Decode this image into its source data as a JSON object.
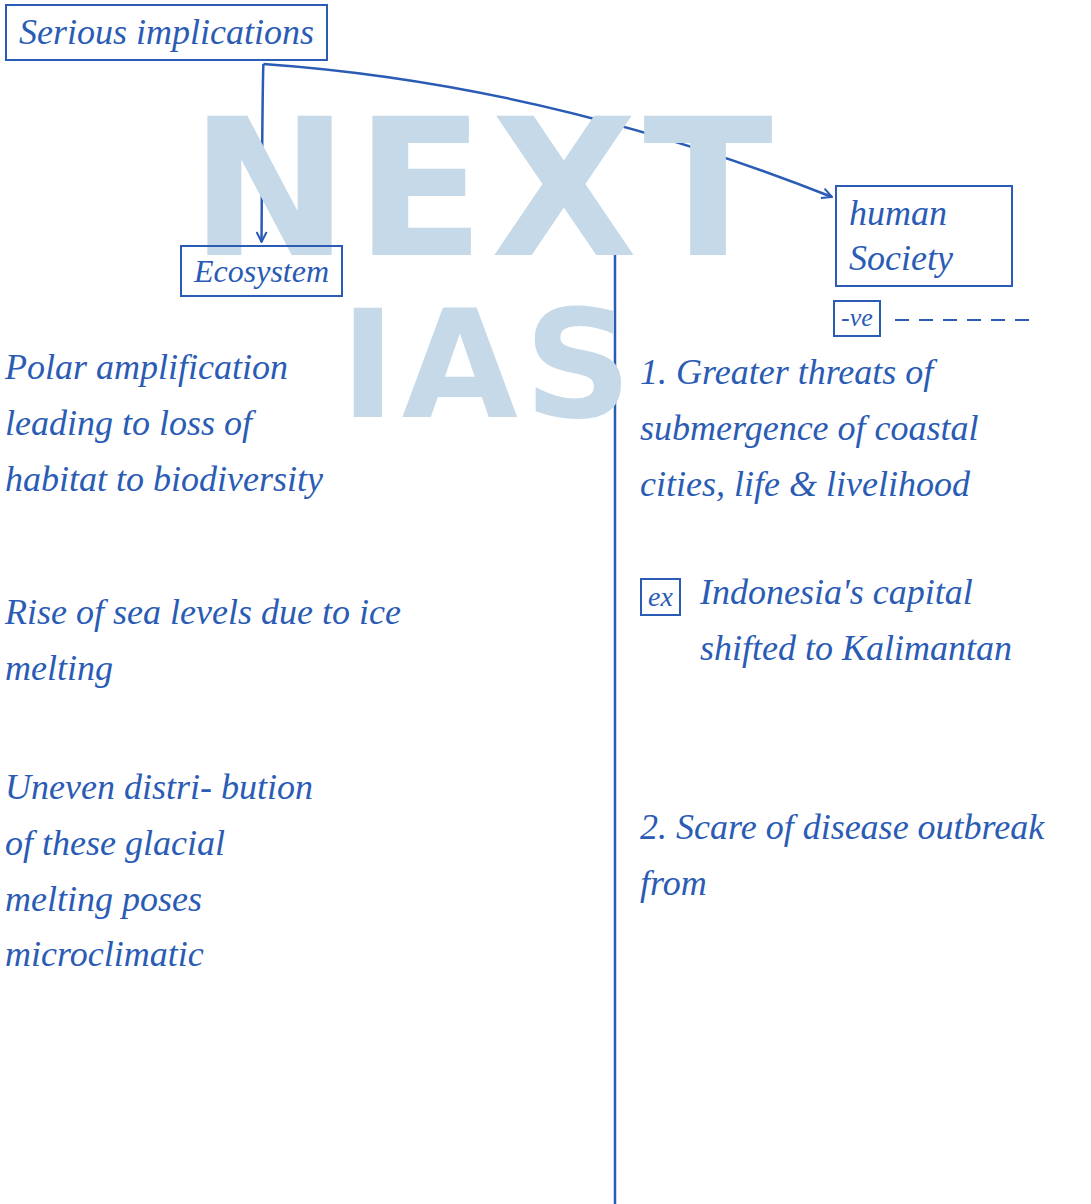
{
  "diagram": {
    "nodes": [
      {
        "text": [
          "Serious implications"
        ]
      },
      {
        "text": [
          "Ecosystem"
        ]
      },
      {
        "text": [
          "human Society"
        ]
      },
      {
        "text": [
          "-ve"
        ]
      }
    ],
    "edges": [
      {
        "from": 0,
        "to": 1,
        "arrow": "to"
      },
      {
        "from": 0,
        "to": 2,
        "arrow": "to"
      }
    ],
    "labels": [
      "NEXT",
      "IAS",
      "Polar amplification leading to loss of habitat to biodiversity",
      "Rise of sea levels due to ice melting",
      "Uneven distri- bution of these glacial melting poses microclimatic",
      "1. Greater threats of submergence of coastal cities, life & livelihood",
      "ex",
      "Indonesia's capital shifted to Kalimantan",
      "2. Scare of disease outbreak from"
    ]
  }
}
